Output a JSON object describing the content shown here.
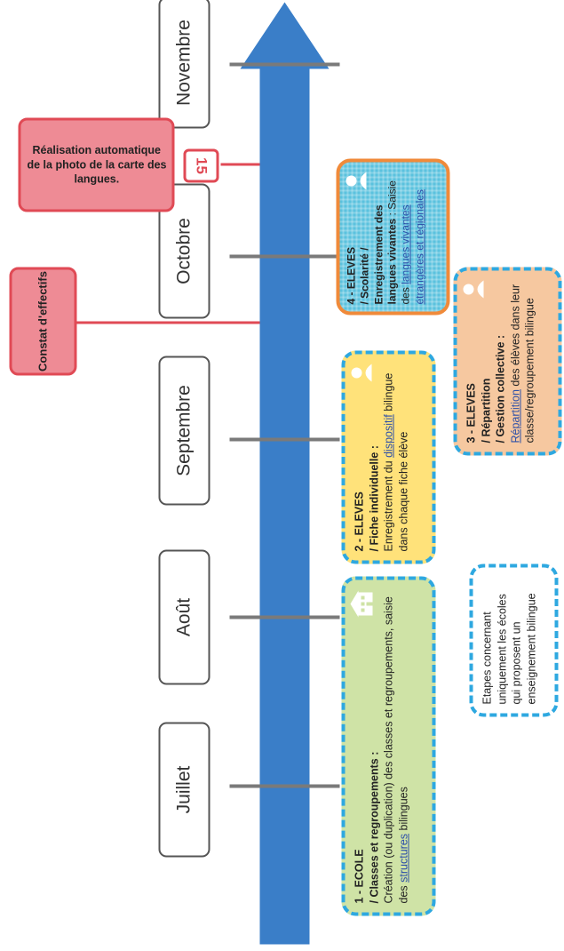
{
  "months": [
    "Juillet",
    "Août",
    "Septembre",
    "Octobre",
    "Novembre"
  ],
  "cards": {
    "ecole": {
      "title": "1 - ECOLE",
      "subtitle": "/ Classes et regroupements :",
      "text_before": "Création (ou duplication) des classes et regroupements, saisie des ",
      "link": "structures",
      "text_after": " bilingues"
    },
    "eleves_fiche": {
      "title": "2 - ELEVES",
      "subtitle": "/ Fiche individuelle :",
      "text_before": "Enregistrement du ",
      "link": "dispositif",
      "text_after": " bilingue dans chaque fiche élève"
    },
    "eleves_repartition": {
      "title": "3 - ELEVES",
      "subtitle": "/ Répartition",
      "subtitle2": "/ Gestion collective :",
      "link": "Répartition",
      "text_after": " des élèves dans leur classe/regroupement bilingue"
    },
    "eleves_langues": {
      "title": "4 - ELEVES",
      "subtitle": "/ Scolarité /",
      "subtitle2": "Enregistrement des langues vivantes",
      "text_before": " : Saisie des ",
      "link": "langues vivantes étrangères et régionales"
    }
  },
  "constat": "Constat d'effectifs",
  "badge": "15",
  "realisation": "Réalisation automatique de la photo de la carte des langues.",
  "legend": "Etapes concernant uniquement les écoles qui proposent un enseignement bilingue",
  "colors": {
    "arrow": "#3a7ec8",
    "green": "#cfe3a6",
    "yellow": "#ffe27a",
    "orange": "#f6c8a0",
    "blue": "#5bc2de",
    "red": "#ee8b95",
    "dash": "#2ea8e0"
  }
}
